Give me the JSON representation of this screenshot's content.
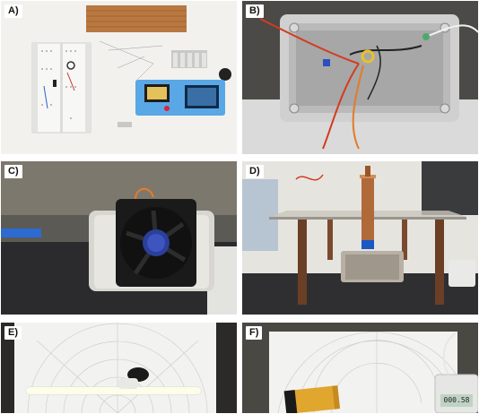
{
  "panels": [
    {
      "id": "A",
      "label": "A)",
      "description": "veroboard, breadboard, heat sink and LCD component tester"
    },
    {
      "id": "B",
      "label": "B)",
      "description": "open electrical enclosure with wiring"
    },
    {
      "id": "C",
      "label": "C)",
      "description": "cooling fan mounted on housing"
    },
    {
      "id": "D",
      "label": "D)",
      "description": "coil on platform above enclosure"
    },
    {
      "id": "E",
      "label": "E)",
      "description": "fluorescent tube on polar grid sheet"
    },
    {
      "id": "F",
      "label": "F)",
      "description": "coil and meter on polar grid sheet"
    }
  ],
  "meter_reading": "000.58",
  "colors": {
    "background": "#ffffff",
    "bench_dark": "#2b2b2d",
    "copper": "#b06a3a",
    "fan_black": "#1a1a1a",
    "tester_blue": "#5aa7e6"
  }
}
